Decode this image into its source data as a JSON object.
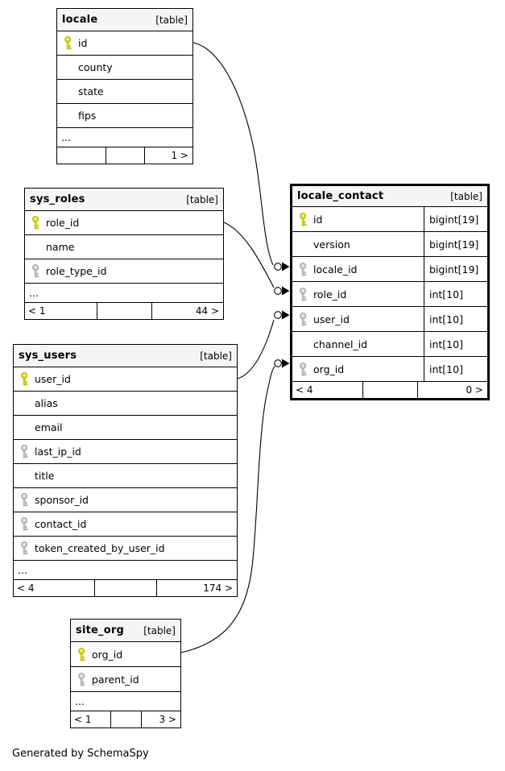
{
  "diagram": {
    "generated_by": "Generated by SchemaSpy",
    "focus_table": "locale_contact"
  },
  "colors": {
    "primary_key_fill": "#e2e200",
    "primary_key_edge": "#a8a800",
    "foreign_key_fill": "#cccccc",
    "foreign_key_edge": "#999999",
    "header_bg": "#f5f5f5",
    "line": "#000000"
  },
  "tables": [
    {
      "id": "locale",
      "name": "locale",
      "tag": "[table]",
      "columns": [
        {
          "name": "id",
          "key": "primary"
        },
        {
          "name": "county",
          "key": null
        },
        {
          "name": "state",
          "key": null
        },
        {
          "name": "fips",
          "key": null
        }
      ],
      "ellipsis": "...",
      "footer": {
        "left": "",
        "center": "",
        "right": "1 >"
      }
    },
    {
      "id": "sys_roles",
      "name": "sys_roles",
      "tag": "[table]",
      "columns": [
        {
          "name": "role_id",
          "key": "primary"
        },
        {
          "name": "name",
          "key": null
        },
        {
          "name": "role_type_id",
          "key": "foreign"
        }
      ],
      "ellipsis": "...",
      "footer": {
        "left": "< 1",
        "center": "",
        "right": "44 >"
      }
    },
    {
      "id": "sys_users",
      "name": "sys_users",
      "tag": "[table]",
      "columns": [
        {
          "name": "user_id",
          "key": "primary"
        },
        {
          "name": "alias",
          "key": null
        },
        {
          "name": "email",
          "key": null
        },
        {
          "name": "last_ip_id",
          "key": "foreign"
        },
        {
          "name": "title",
          "key": null
        },
        {
          "name": "sponsor_id",
          "key": "foreign"
        },
        {
          "name": "contact_id",
          "key": "foreign"
        },
        {
          "name": "token_created_by_user_id",
          "key": "foreign"
        }
      ],
      "ellipsis": "...",
      "footer": {
        "left": "< 4",
        "center": "",
        "right": "174 >"
      }
    },
    {
      "id": "site_org",
      "name": "site_org",
      "tag": "[table]",
      "columns": [
        {
          "name": "org_id",
          "key": "primary"
        },
        {
          "name": "parent_id",
          "key": "foreign"
        }
      ],
      "ellipsis": "...",
      "footer": {
        "left": "< 1",
        "center": "",
        "right": "3 >"
      }
    },
    {
      "id": "locale_contact",
      "name": "locale_contact",
      "tag": "[table]",
      "has_types": true,
      "columns": [
        {
          "name": "id",
          "key": "primary",
          "type": "bigint[19]"
        },
        {
          "name": "version",
          "key": null,
          "type": "bigint[19]"
        },
        {
          "name": "locale_id",
          "key": "foreign",
          "type": "bigint[19]"
        },
        {
          "name": "role_id",
          "key": "foreign",
          "type": "int[10]"
        },
        {
          "name": "user_id",
          "key": "foreign",
          "type": "int[10]"
        },
        {
          "name": "channel_id",
          "key": null,
          "type": "int[10]"
        },
        {
          "name": "org_id",
          "key": "foreign",
          "type": "int[10]"
        }
      ],
      "ellipsis": null,
      "footer": {
        "left": "< 4",
        "center": "",
        "right": "0 >"
      }
    }
  ],
  "relationships": [
    {
      "from": "locale.id",
      "to": "locale_contact.locale_id"
    },
    {
      "from": "sys_roles.role_id",
      "to": "locale_contact.role_id"
    },
    {
      "from": "sys_users.user_id",
      "to": "locale_contact.user_id"
    },
    {
      "from": "site_org.org_id",
      "to": "locale_contact.org_id"
    }
  ]
}
